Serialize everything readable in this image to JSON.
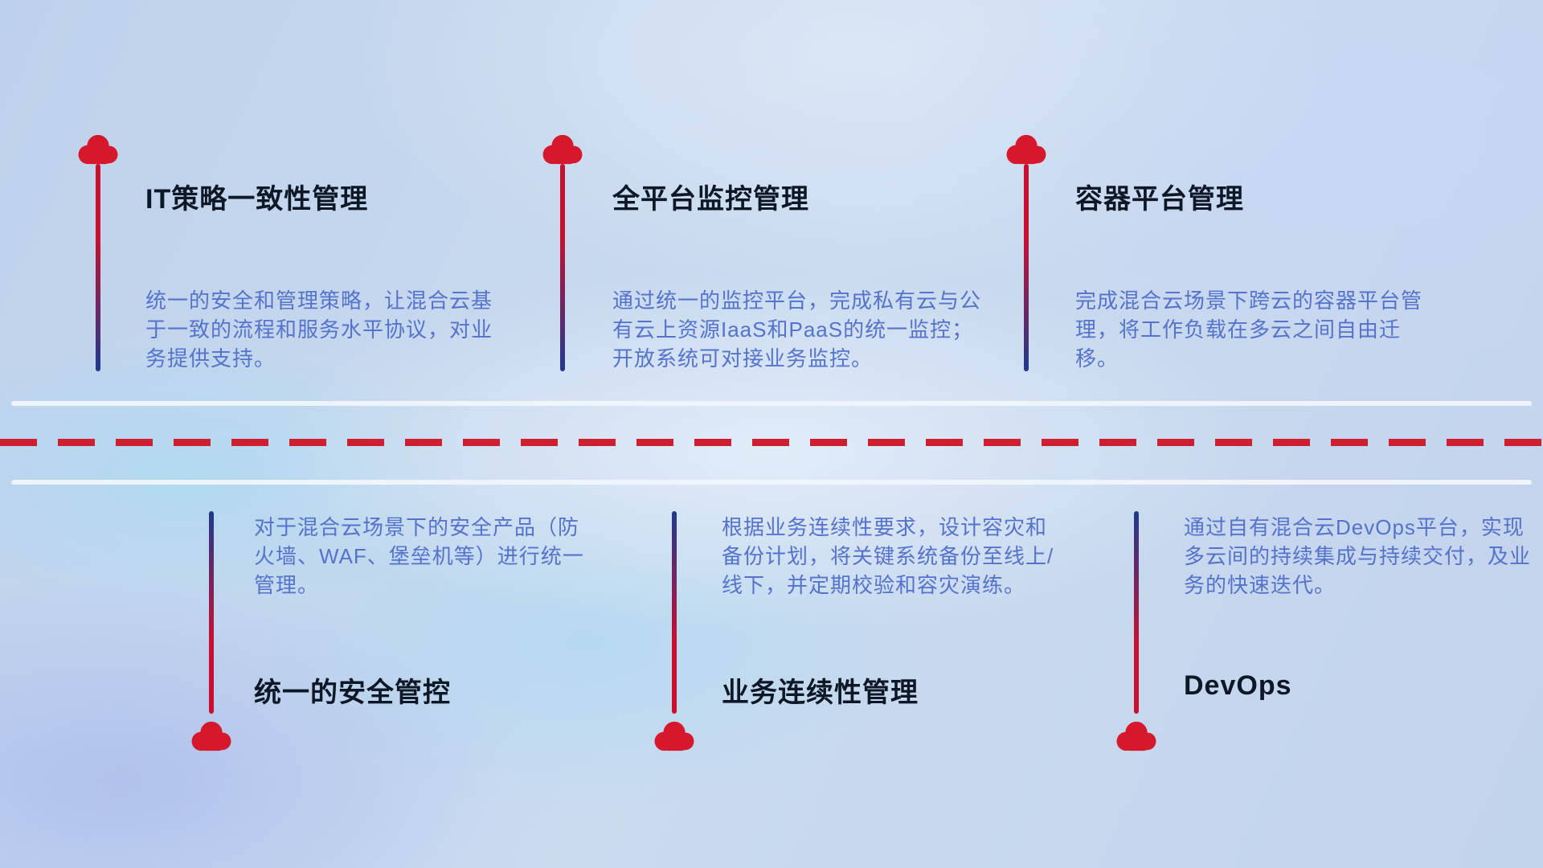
{
  "colors": {
    "cloud-red": "#d5182b",
    "line-red": "#c8102e",
    "line-blue": "#1e3a8f",
    "title-text": "#0d1726",
    "desc-text": "#5673cb",
    "divider-white": "#f2f6fc",
    "dash-red": "#cd1f30"
  },
  "top_items": [
    {
      "title": "IT策略一致性管理",
      "description": "统一的安全和管理策略，让混合云基于一致的流程和服务水平协议，对业务提供支持。"
    },
    {
      "title": "全平台监控管理",
      "description": "通过统一的监控平台，完成私有云与公有云上资源IaaS和PaaS的统一监控；开放系统可对接业务监控。"
    },
    {
      "title": "容器平台管理",
      "description": "完成混合云场景下跨云的容器平台管理，将工作负载在多云之间自由迁移。"
    }
  ],
  "bottom_items": [
    {
      "title": "统一的安全管控",
      "description": "对于混合云场景下的安全产品（防火墙、WAF、堡垒机等）进行统一管理。"
    },
    {
      "title": "业务连续性管理",
      "description": "根据业务连续性要求，设计容灾和备份计划，将关键系统备份至线上/线下，并定期校验和容灾演练。"
    },
    {
      "title": "DevOps",
      "description": "通过自有混合云DevOps平台，实现多云间的持续集成与持续交付，及业务的快速迭代。"
    }
  ]
}
